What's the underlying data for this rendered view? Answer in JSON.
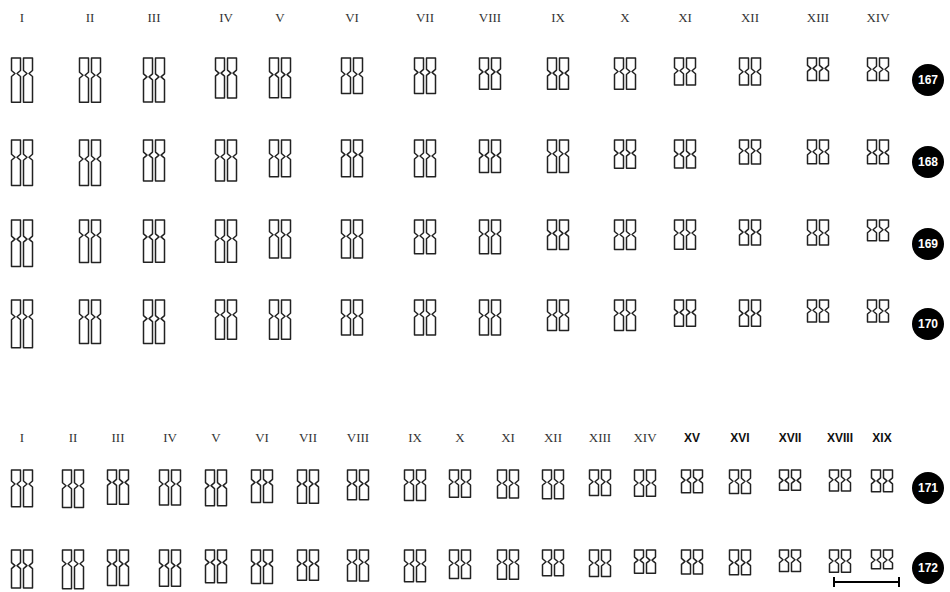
{
  "diagram": {
    "nodes": [
      {
        "text": [
          "167"
        ]
      },
      {
        "text": [
          "168"
        ]
      },
      {
        "text": [
          "169"
        ]
      },
      {
        "text": [
          "170"
        ]
      },
      {
        "text": [
          "171"
        ]
      },
      {
        "text": [
          "172"
        ]
      }
    ],
    "labels": [
      "I",
      "II",
      "III",
      "IV",
      "V",
      "VI",
      "VII",
      "VIII",
      "IX",
      "X",
      "XI",
      "XII",
      "XIII",
      "XIV",
      "I",
      "II",
      "III",
      "IV",
      "V",
      "VI",
      "VII",
      "VIII",
      "IX",
      "X",
      "XI",
      "XII",
      "XIII",
      "XIV",
      "XV",
      "XVI",
      "XVII",
      "XVIII",
      "XIX"
    ]
  }
}
